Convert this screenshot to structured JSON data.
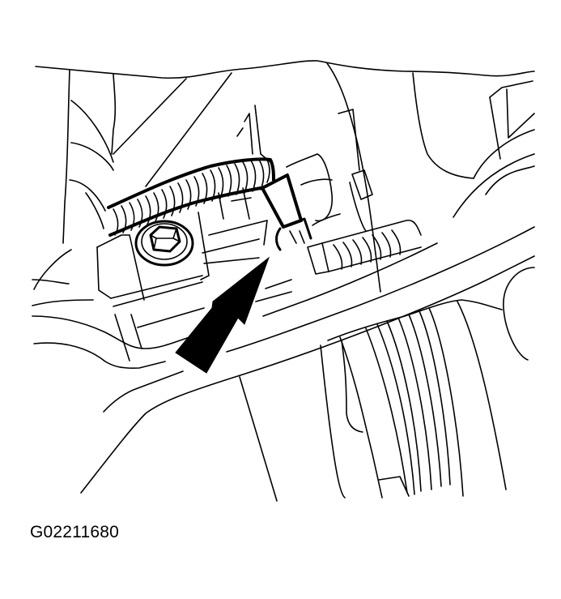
{
  "figure": {
    "caption": "G02211680",
    "subject": "line-art component illustration with pointer arrow",
    "colors": {
      "line": "#000000",
      "background": "#ffffff",
      "arrow": "#000000"
    },
    "elements": [
      "wiring-harness-conduit",
      "electrical-connector",
      "hex-bolt",
      "mounting-bracket",
      "ribbed-pulley",
      "pointer-arrow"
    ]
  }
}
